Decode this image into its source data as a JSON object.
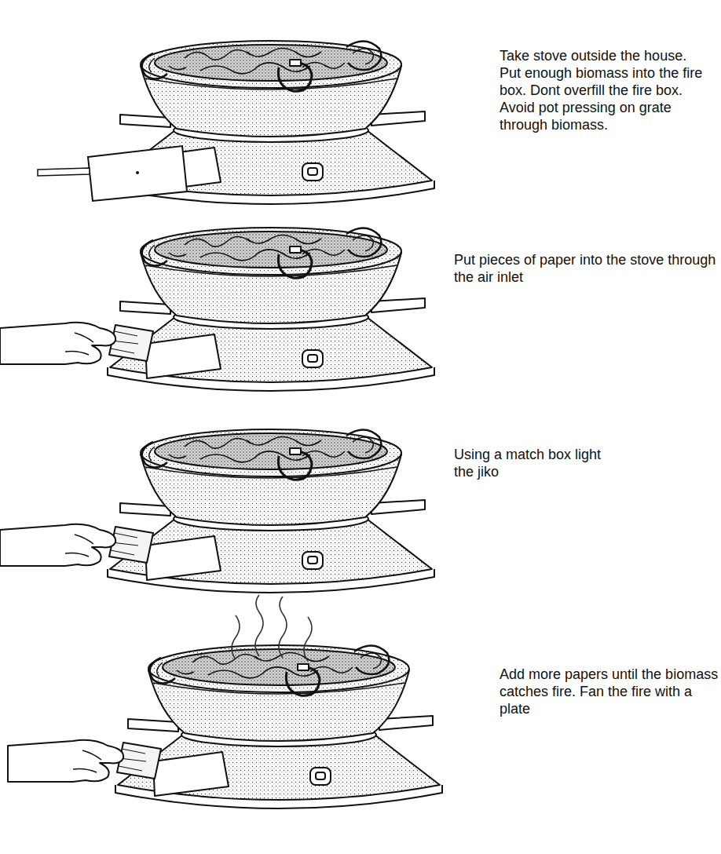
{
  "diagram": {
    "labels": [
      "Take stove outside the house. Put enough biomass into the fire box. Dont overfill the fire box. Avoid pot pressing on grate through biomass.",
      "Put pieces of paper into the stove through the air inlet",
      "Using a match box light the jiko",
      "Add more papers until the biomass catches fire. Fan the fire with a plate"
    ]
  }
}
